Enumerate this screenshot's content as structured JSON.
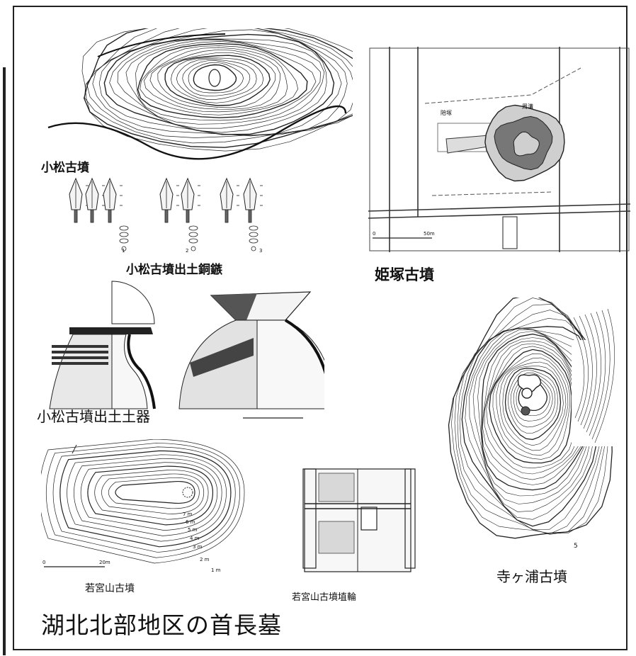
{
  "labels": {
    "komatsu_kofun": "小松古墳",
    "komatsu_arrowheads": "小松古墳出土銅鏃",
    "arrow_nums": [
      "1",
      "2",
      "3"
    ],
    "himezuka_kofun": "姫塚古墳",
    "himezuka_notes": [
      "陪塚",
      "周溝",
      "0",
      "50m"
    ],
    "komatsu_pottery": "小松古墳出土土器",
    "wakamiyayama_kofun": "若宮山古墳",
    "wakamiya_contours": [
      "7 m",
      "6 m",
      "5 m",
      "4 m",
      "3 m",
      "2 m",
      "1 m"
    ],
    "wakamiya_scale": [
      "0",
      "20m"
    ],
    "wakamiyayama_haniwa": "若宮山古墳埴輪",
    "teragaura_kofun": "寺ヶ浦古墳",
    "teragaura_num": "5",
    "main_title": "湖北北部地区の首長墓"
  }
}
